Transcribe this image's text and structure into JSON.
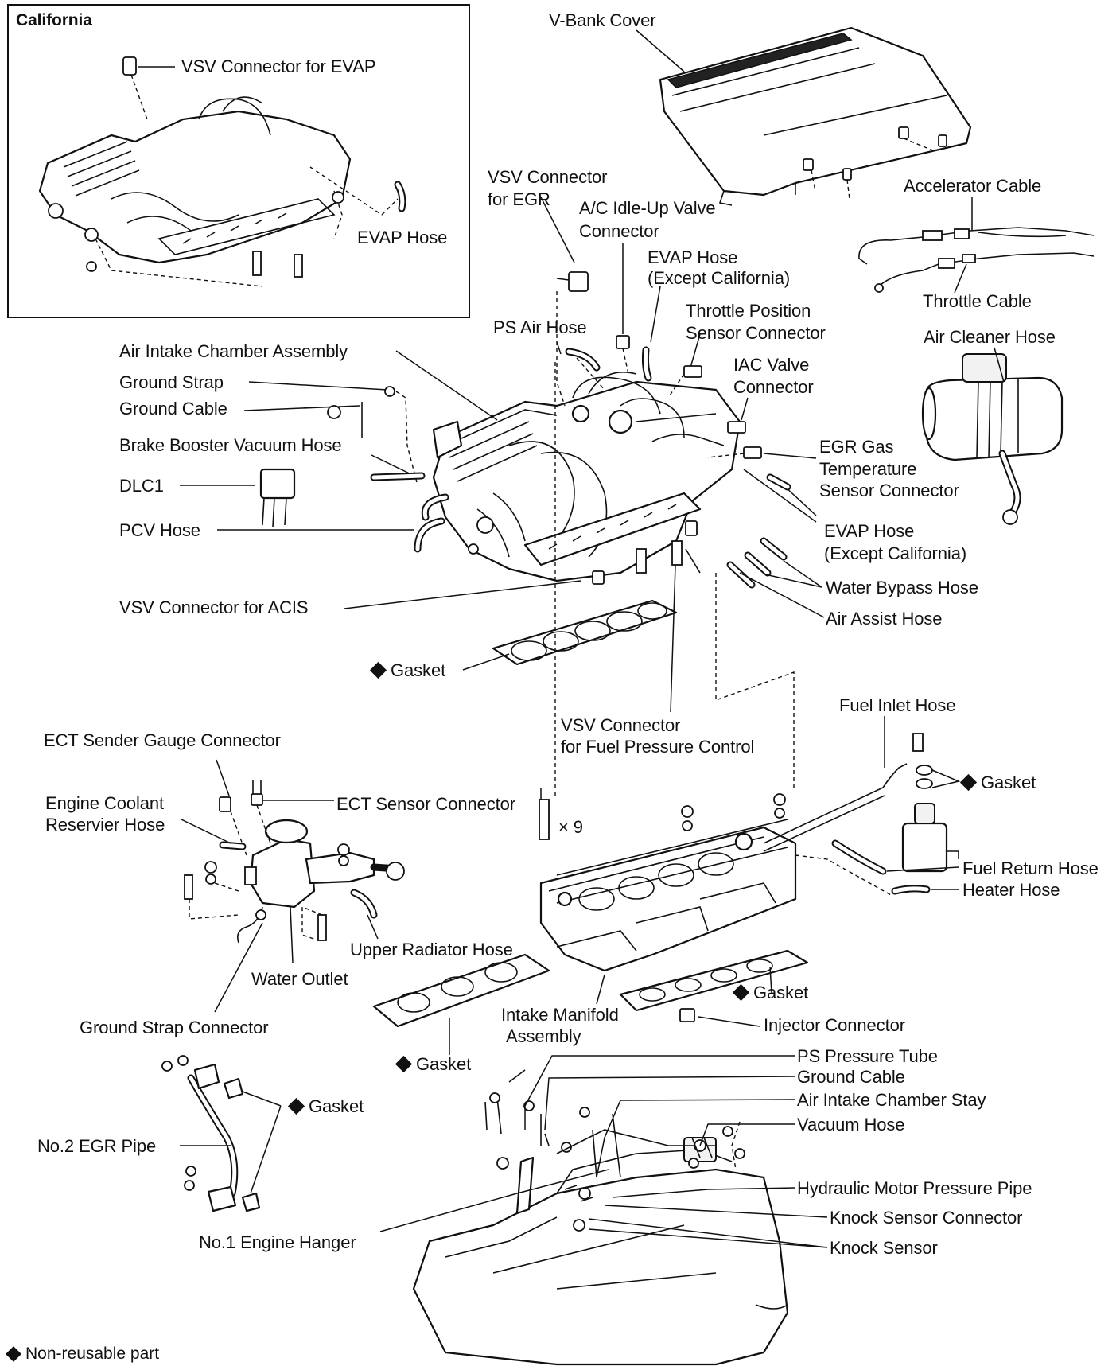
{
  "inset": {
    "title": "California",
    "labels": [
      "VSV Connector for EVAP",
      "EVAP Hose"
    ]
  },
  "labels": {
    "v_bank_cover": "V-Bank Cover",
    "vsv_egr": [
      "VSV Connector",
      "for EGR"
    ],
    "ac_idle": [
      "A/C Idle-Up Valve",
      "Connector"
    ],
    "evap_hose_top": [
      "EVAP Hose",
      "(Except California)"
    ],
    "accelerator_cable": "Accelerator Cable",
    "throttle_cable": "Throttle Cable",
    "tps_connector": [
      "Throttle Position",
      "Sensor Connector"
    ],
    "air_cleaner_hose": "Air Cleaner Hose",
    "ps_air_hose": "PS Air Hose",
    "air_intake_chamber": "Air Intake Chamber Assembly",
    "ground_strap": "Ground Strap",
    "ground_cable": "Ground Cable",
    "iac_connector": [
      "IAC Valve",
      "Connector"
    ],
    "brake_booster": "Brake Booster Vacuum Hose",
    "egr_gas_temp": [
      "EGR Gas",
      "Temperature",
      "Sensor Connector"
    ],
    "dlc1": "DLC1",
    "pcv_hose": "PCV Hose",
    "evap_hose_mid": [
      "EVAP Hose",
      "(Except California)"
    ],
    "water_bypass": "Water Bypass Hose",
    "vsv_acis": "VSV Connector for ACIS",
    "air_assist": "Air Assist Hose",
    "gasket_1": "Gasket",
    "vsv_fuel": [
      "VSV Connector",
      "for Fuel Pressure Control"
    ],
    "fuel_inlet": "Fuel Inlet Hose",
    "ect_sender": "ECT Sender Gauge Connector",
    "gasket_2": "Gasket",
    "coolant_reservoir": [
      "Engine Coolant",
      "Reservier Hose"
    ],
    "ect_sensor": "ECT Sensor Connector",
    "bolt_count": "× 9",
    "fuel_return": "Fuel Return Hose",
    "heater_hose": "Heater Hose",
    "upper_radiator": "Upper Radiator Hose",
    "water_outlet": "Water Outlet",
    "gasket_3": "Gasket",
    "ground_strap_conn": "Ground Strap Connector",
    "intake_manifold": [
      "Intake Manifold",
      "Assembly"
    ],
    "injector_conn": "Injector Connector",
    "gasket_4": "Gasket",
    "ps_pressure_tube": "PS Pressure Tube",
    "ground_cable_2": "Ground Cable",
    "air_intake_stay": "Air Intake Chamber Stay",
    "gasket_5": "Gasket",
    "vacuum_hose": "Vacuum Hose",
    "no2_egr_pipe": "No.2 EGR Pipe",
    "hydraulic_pipe": "Hydraulic Motor Pressure Pipe",
    "knock_conn": "Knock Sensor Connector",
    "no1_hanger": "No.1 Engine Hanger",
    "knock_sensor": "Knock Sensor"
  },
  "legend": "Non-reusable part"
}
